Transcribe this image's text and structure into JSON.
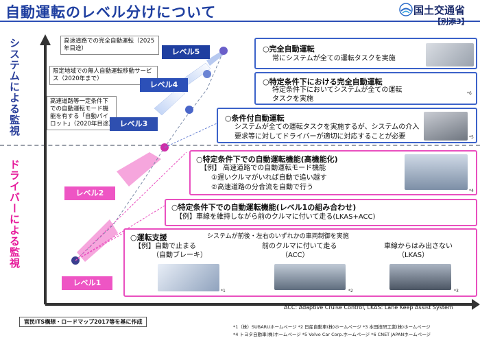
{
  "header": {
    "title": "自動運転のレベル分けについて",
    "ministry": "国土交通省",
    "attachment": "【別添3】"
  },
  "side_labels": {
    "system": "システムによる監視",
    "driver": "ドライバーによる監視"
  },
  "callouts": {
    "level5": "高速道路での完全自動運転（2025年目途）",
    "level4": "限定地域での無人自動運転移動サービス（2020年まで）",
    "level3": "高速道路等一定条件下での自動運転モード機能を有する「自動パイロット」（2020年目途）"
  },
  "levels": {
    "l5": "レベル5",
    "l4": "レベル4",
    "l3": "レベル3",
    "l2": "レベル2",
    "l1": "レベル1"
  },
  "boxes": {
    "level5": {
      "heading": "○完全自動運転",
      "text": "常にシステムが全ての運転タスクを実施"
    },
    "level4": {
      "heading": "○特定条件下における完全自動運転",
      "line1": "特定条件下においてシステムが全ての運転",
      "line2": "タスクを実施",
      "note": "*6"
    },
    "level3": {
      "heading": "○条件付自動運転",
      "line1": "システムが全ての運転タスクを実施するが、システムの介入",
      "line2": "要求等に対してドライバーが適切に対応することが必要",
      "note": "*5"
    },
    "level2": {
      "heading": "○特定条件下での自動運転機能(高機能化)",
      "example": "【例】 高速道路での自動運転モード機能",
      "item1": "①遅いクルマがいれば自動で追い越す",
      "item2": "②高速道路の分合流を自動で行う",
      "note": "*4"
    },
    "level2b": {
      "heading": "○特定条件下での自動運転機能(レベル1の組み合わせ)",
      "example": "【例】車線を維持しながら前のクルマに付いて走る(LKAS+ACC)"
    },
    "level1": {
      "heading": "○運転支援",
      "subtitle": "システムが前後・左右のいずれかの車両制御を実施",
      "ex1_line1": "【例】自動で止まる",
      "ex1_line2": "（自動ブレーキ）",
      "ex2_line1": "前のクルマに付いて走る",
      "ex2_line2": "（ACC）",
      "ex3_line1": "車線からはみ出さない",
      "ex3_line2": "（LKAS）",
      "notes": [
        "*1",
        "*2",
        "*3"
      ]
    }
  },
  "acc_note": "ACC: Adaptive Cruise Control, LKAS: Lane Keep Assist System",
  "source": "官民ITS構想・ロードマップ2017等を基に作成",
  "credits": {
    "line1": "*1（株）SUBARUホームページ *2 日産自動車(株)ホームページ *3 本田技研工業(株)ホームページ",
    "line2": "*4 トヨタ自動車(株)ホームページ *5 Volvo Car Corp.ホームページ *6 CNET JAPANホームページ"
  },
  "colors": {
    "blue": "#1f3fa0",
    "pink": "#e6199a",
    "box_blue": "#3b62c9",
    "box_pink": "#e94fbf"
  }
}
